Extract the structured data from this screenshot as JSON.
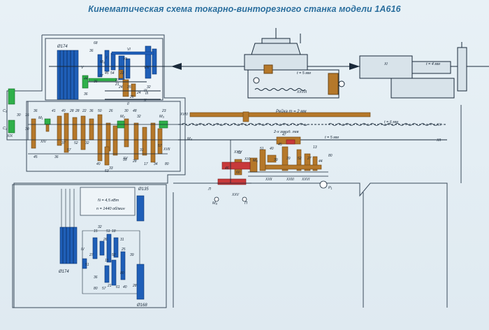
{
  "title": "Кинематическая схема токарно-винторезного станка модели 1А616",
  "labels": {
    "d174_top": "Ø174",
    "d174_bottom": "Ø174",
    "d135": "Ø135",
    "d168": "Ø168",
    "motor_power": "N = 4,5 кВт",
    "motor_speed": "n = 1440 об/мин",
    "rack": "Рейка m = 2 мм",
    "nut_label": "2-х закид. лев",
    "t5_top": "t = 5 мм",
    "t4": "t = 4 мм",
    "t6": "t = 6 мм",
    "t5_mid": "t = 5 мм",
    "roman_I": "I",
    "roman_II": "II",
    "roman_III": "III",
    "roman_IV": "IV",
    "roman_V": "V",
    "roman_VI": "VI",
    "roman_VII": "VII",
    "roman_VIII": "VIII",
    "roman_IX": "IX",
    "roman_X": "X",
    "roman_XI": "XI",
    "roman_XII": "XII",
    "roman_XIV": "XIV",
    "roman_XV": "XV",
    "roman_XVII": "XVII",
    "roman_XVIII": "XVIII",
    "roman_XIX": "XIX",
    "roman_XX": "XX",
    "roman_XXI": "XXI",
    "roman_XXII": "XXII",
    "roman_XXIII": "XXIII",
    "roman_XXIV": "XXIV",
    "roman_XXV": "XXV",
    "roman_XXVI": "XXVI",
    "roman_XXVIII": "XXVIII",
    "M1": "M₁",
    "M2": "M₂",
    "M3": "M₃",
    "M4": "M₄",
    "M5": "M₅",
    "M6": "M₆",
    "M8": "M₈",
    "P1": "P₁",
    "L": "Л",
    "P": "П",
    "C1": "C₁",
    "C2": "C₂",
    "gears": [
      "68",
      "36",
      "27",
      "36",
      "45",
      "54",
      "22",
      "27",
      "44",
      "21",
      "36",
      "24",
      "35",
      "26",
      "24",
      "32",
      "36",
      "41",
      "40",
      "28",
      "28",
      "22",
      "36",
      "50",
      "26",
      "30",
      "48",
      "32",
      "23",
      "15",
      "30",
      "30",
      "45",
      "36",
      "57",
      "52",
      "32",
      "40",
      "33",
      "35",
      "28",
      "17",
      "34",
      "80",
      "57",
      "53",
      "37",
      "31",
      "52",
      "51",
      "40",
      "45",
      "47",
      "13",
      "80",
      "39",
      "39",
      "52",
      "27",
      "44",
      "46",
      "60",
      "32",
      "15",
      "51",
      "18",
      "31",
      "26",
      "25",
      "27",
      "51",
      "52",
      "36",
      "57",
      "21",
      "61",
      "40",
      "28",
      "39",
      "80",
      "15",
      "80"
    ]
  },
  "colors": {
    "blue": "#1f5fb8",
    "green": "#2fb04a",
    "brown": "#b5782a",
    "red": "#c8393a",
    "line": "#1a2a3a",
    "title": "#2b6f9e"
  }
}
